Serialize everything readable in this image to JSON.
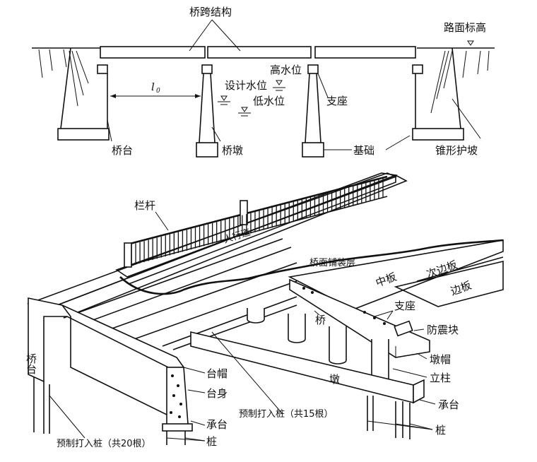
{
  "elevation": {
    "span_structure": "桥跨结构",
    "road_elevation": "路面标高",
    "high_water": "高水位",
    "design_water": "设计水位",
    "low_water": "低水位",
    "span_symbol": "l",
    "span_subscript": "0",
    "bearing": "支座",
    "abutment": "桥台",
    "pier": "桥墩",
    "foundation": "基础",
    "cone_slope": "锥形护坡"
  },
  "perspective": {
    "railing": "栏杆",
    "sidewalk": "人行道",
    "deck_paving": "桥面铺装层",
    "middle_slab": "中板",
    "secondary_edge_slab": "次边板",
    "edge_slab": "边板",
    "bearing": "支座",
    "seismic_block": "防震块",
    "pier_cap": "墩帽",
    "column": "立柱",
    "pile_cap_right": "承台",
    "piles_right": "桩",
    "pier_char_1": "桥",
    "pier_char_2": "墩",
    "precast_piles_15": "预制打入桩（共15根）",
    "abutment": "桥台",
    "abutment_cap": "台帽",
    "abutment_body": "台身",
    "pile_cap_left": "承台",
    "piles_left": "桩",
    "precast_piles_20": "预制打入桩（共20根）"
  }
}
